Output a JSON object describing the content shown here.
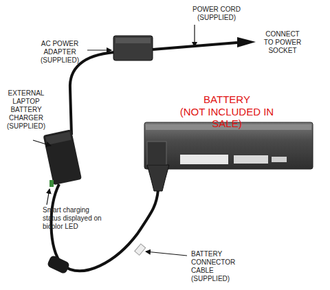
{
  "diagram": {
    "labels": [
      "AC POWER ADAPTER (SUPPLIED)",
      "POWER CORD (SUPPLIED)",
      "CONNECT TO POWER SOCKET",
      "EXTERNAL LAPTOP BATTERY CHARGER (SUPPLIED)",
      "BATTERY",
      "(NOT INCLUDED IN SALE)",
      "Smart charging status displayed on bicolor LED",
      "BATTERY CONNECTOR CABLE (SUPPLIED)"
    ]
  }
}
